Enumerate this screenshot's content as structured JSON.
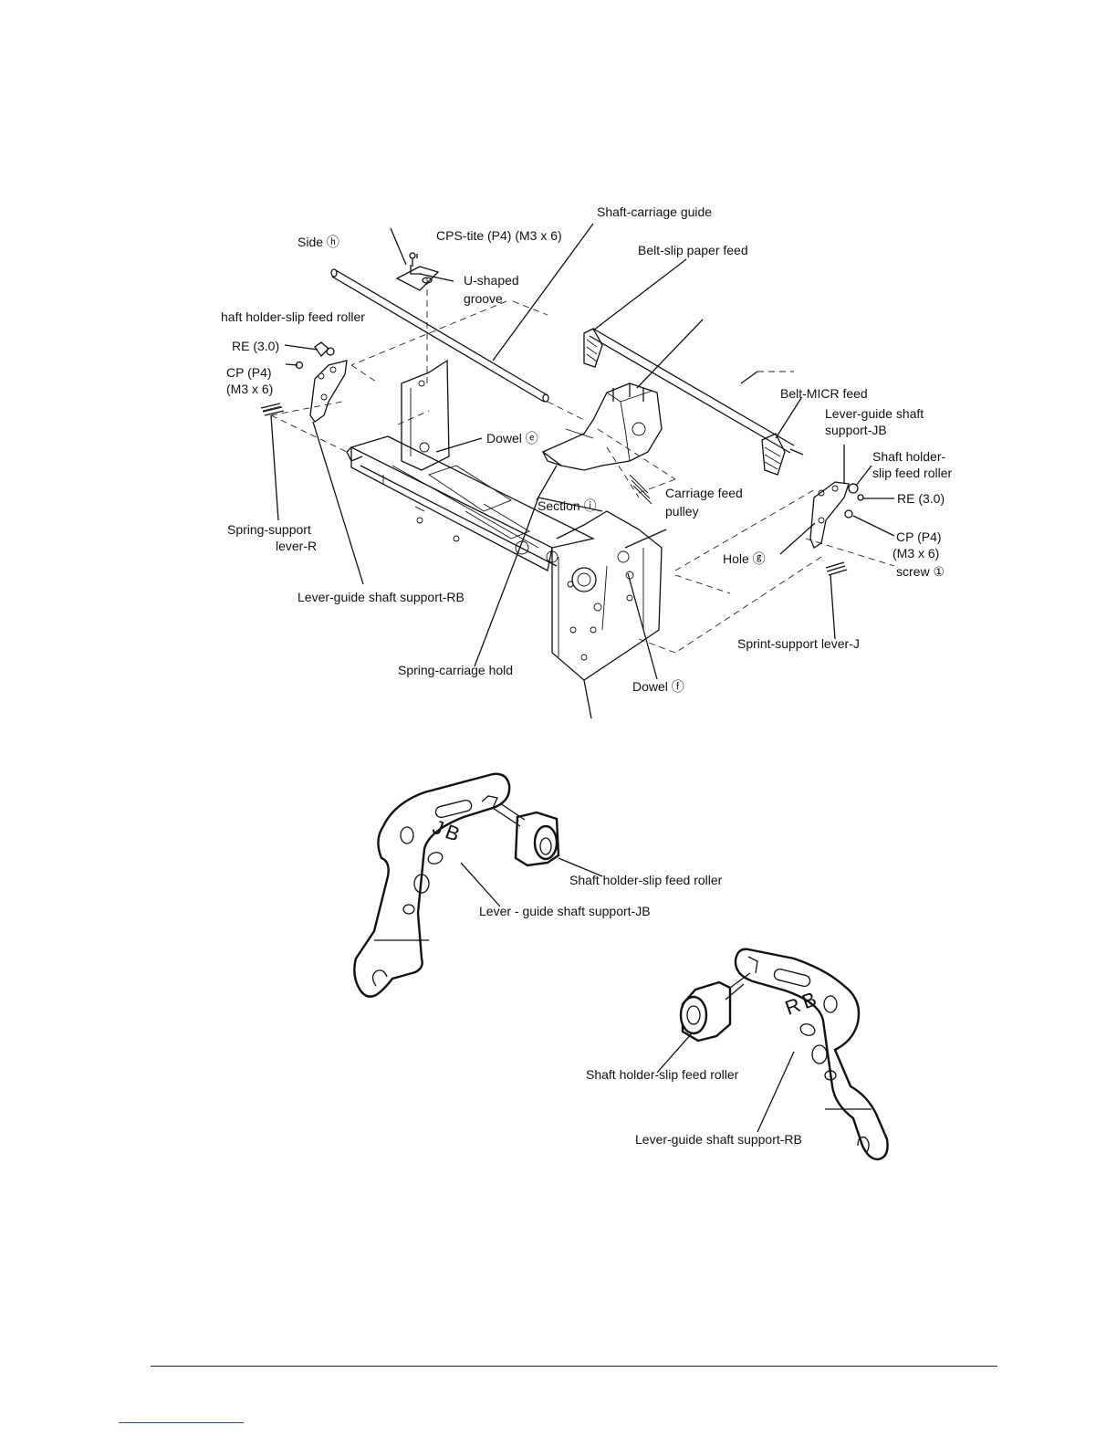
{
  "diagram": {
    "labels": {
      "shaft_carriage_guide": "Shaft-carriage guide",
      "side_h": "Side ⓗ",
      "cps_tite": "CPS-tite (P4) (M3 x 6)",
      "belt_slip_paper_feed": "Belt-slip paper feed",
      "u_shaped_groove_1": "U-shaped",
      "u_shaped_groove_2": "groove",
      "shaft_holder_left": "haft holder-slip feed roller",
      "re_left": "RE (3.0)",
      "cp_left_1": "CP (P4)",
      "cp_left_2": "(M3 x 6)",
      "dowel_e": "Dowel ⓔ",
      "section_i": "Section ⓘ",
      "belt_micr_feed": "Belt-MICR feed",
      "lever_guide_jb_1": "Lever-guide shaft",
      "lever_guide_jb_2": "support-JB",
      "shaft_holder_right_1": "Shaft holder-",
      "shaft_holder_right_2": "slip feed roller",
      "re_right": "RE (3.0)",
      "carriage_feed_pulley_1": "Carriage feed",
      "carriage_feed_pulley_2": "pulley",
      "hole_g": "Hole ⓖ",
      "cp_right_1": "CP (P4)",
      "cp_right_2": "(M3 x 6)",
      "screw_1": "screw ①",
      "spring_support_r_1": "Spring-support",
      "spring_support_r_2": "lever-R",
      "lever_guide_rb": "Lever-guide shaft support-RB",
      "sprint_support_j": "Sprint-support lever-J",
      "spring_carriage_hold": "Spring-carriage hold",
      "dowel_f": "Dowel ⓕ"
    },
    "detail_jb": {
      "shaft_holder": "Shaft holder-slip feed roller",
      "lever": "Lever - guide shaft support-JB",
      "stamp": "JB"
    },
    "detail_rb": {
      "shaft_holder": "Shaft holder-slip feed roller",
      "lever": "Lever-guide shaft support-RB",
      "stamp": "RB"
    }
  }
}
